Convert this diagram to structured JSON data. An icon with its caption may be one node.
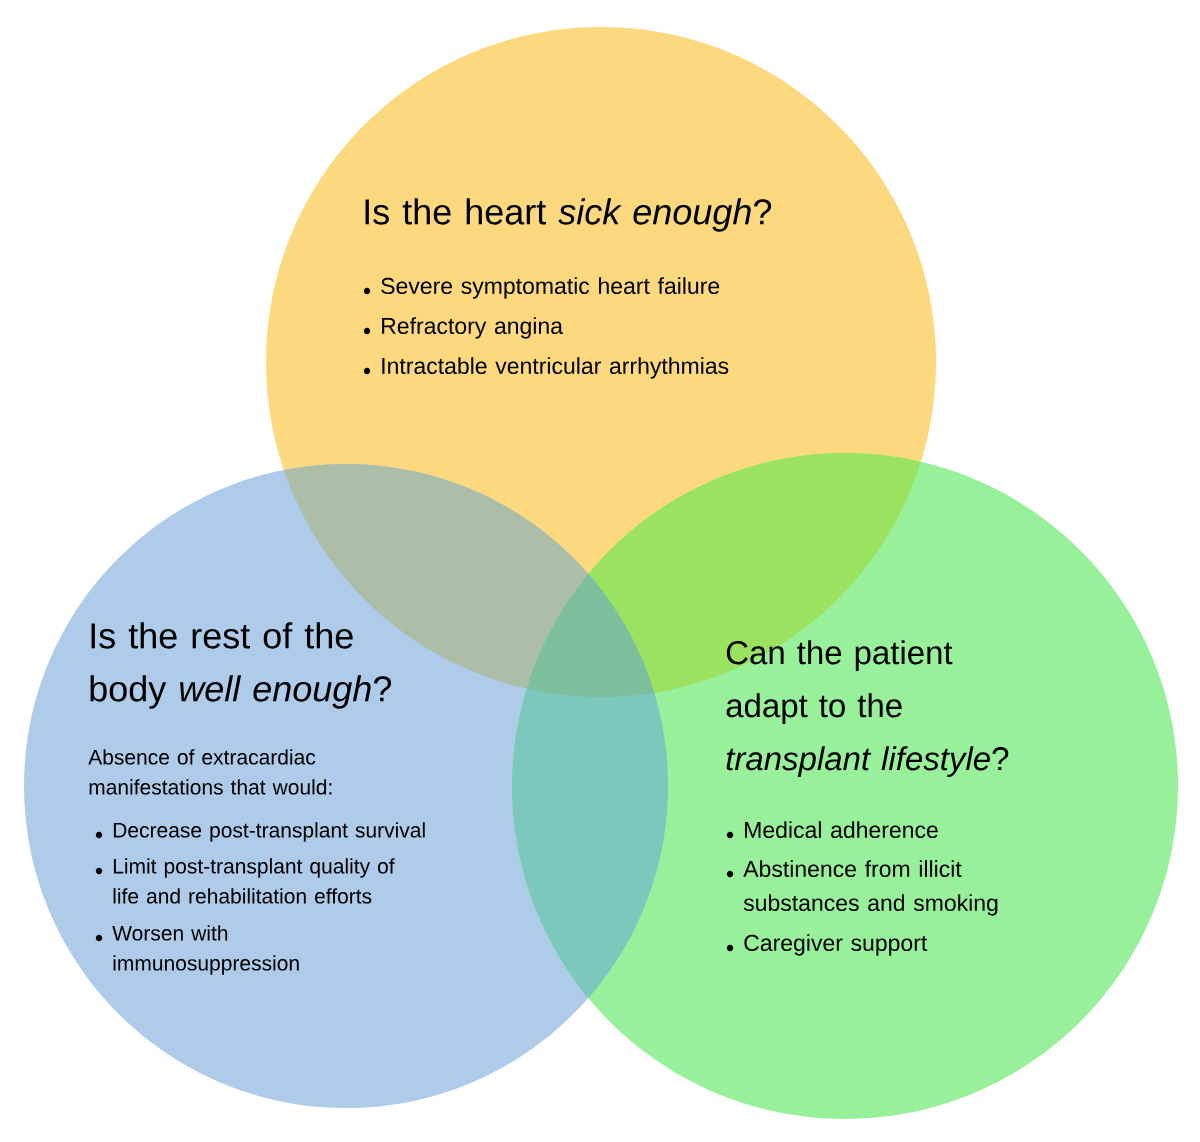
{
  "diagram": {
    "nodes": [
      {
        "text": [
          "Is the heart *sick enough*?",
          "Severe symptomatic heart failure",
          "Refractory angina",
          "Intractable ventricular arrhythmias"
        ]
      },
      {
        "text": [
          "Is the rest of the body *well enough*?",
          "Absence of extracardiac manifestations that would:",
          "Decrease post-transplant survival",
          "Limit post-transplant quality of life and rehabilitation efforts",
          "Worsen with immunosuppression"
        ]
      },
      {
        "text": [
          "Can the patient adapt to the *transplant lifestyle*?",
          "Medical adherence",
          "Abstinence from illicit substances and smoking",
          "Caregiver support"
        ]
      }
    ]
  }
}
